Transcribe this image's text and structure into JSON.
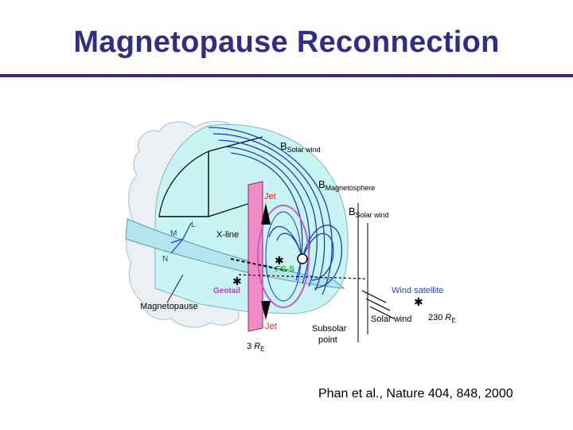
{
  "title": "Magnetopause Reconnection",
  "citation": "Phan et al., Nature 404, 848, 2000",
  "labels": {
    "b_solar_wind_top": "B",
    "b_solar_wind_top_sub": "Solar wind",
    "b_magnetosphere": "B",
    "b_magnetosphere_sub": "Magnetosphere",
    "b_solar_wind_right": "B",
    "b_solar_wind_right_sub": "Solar wind",
    "jet_top": "Jet",
    "jet_bottom": "Jet",
    "x_line": "X-line",
    "axis_m": "M",
    "axis_l": "L",
    "axis_n": "N",
    "fgs": "FG-S",
    "geotail": "Geotail",
    "magnetopause": "Magnetopause",
    "subsolar_line1": "Subsolar",
    "subsolar_line2": "point",
    "wind_satellite": "Wind satellite",
    "solar_wind": "Solar wind",
    "distance_far": "230 ",
    "distance_far_unit": "R",
    "distance_far_sub": "E",
    "distance_near": "3 ",
    "distance_near_unit": "R",
    "distance_near_sub": "E"
  },
  "colors": {
    "title": "#2e2e8a",
    "magnetosphere_fill": "#c8f4f4",
    "field_lines": "#1a3fbf",
    "jet_band": "#f08cc4",
    "loop": "#c95bd6",
    "fgs_label": "#22aa22",
    "geotail_label": "#cc33cc",
    "jet_label": "#ff1a1a",
    "wind_label": "#2a3fd0",
    "cloud_edge": "#b8c8d4"
  }
}
